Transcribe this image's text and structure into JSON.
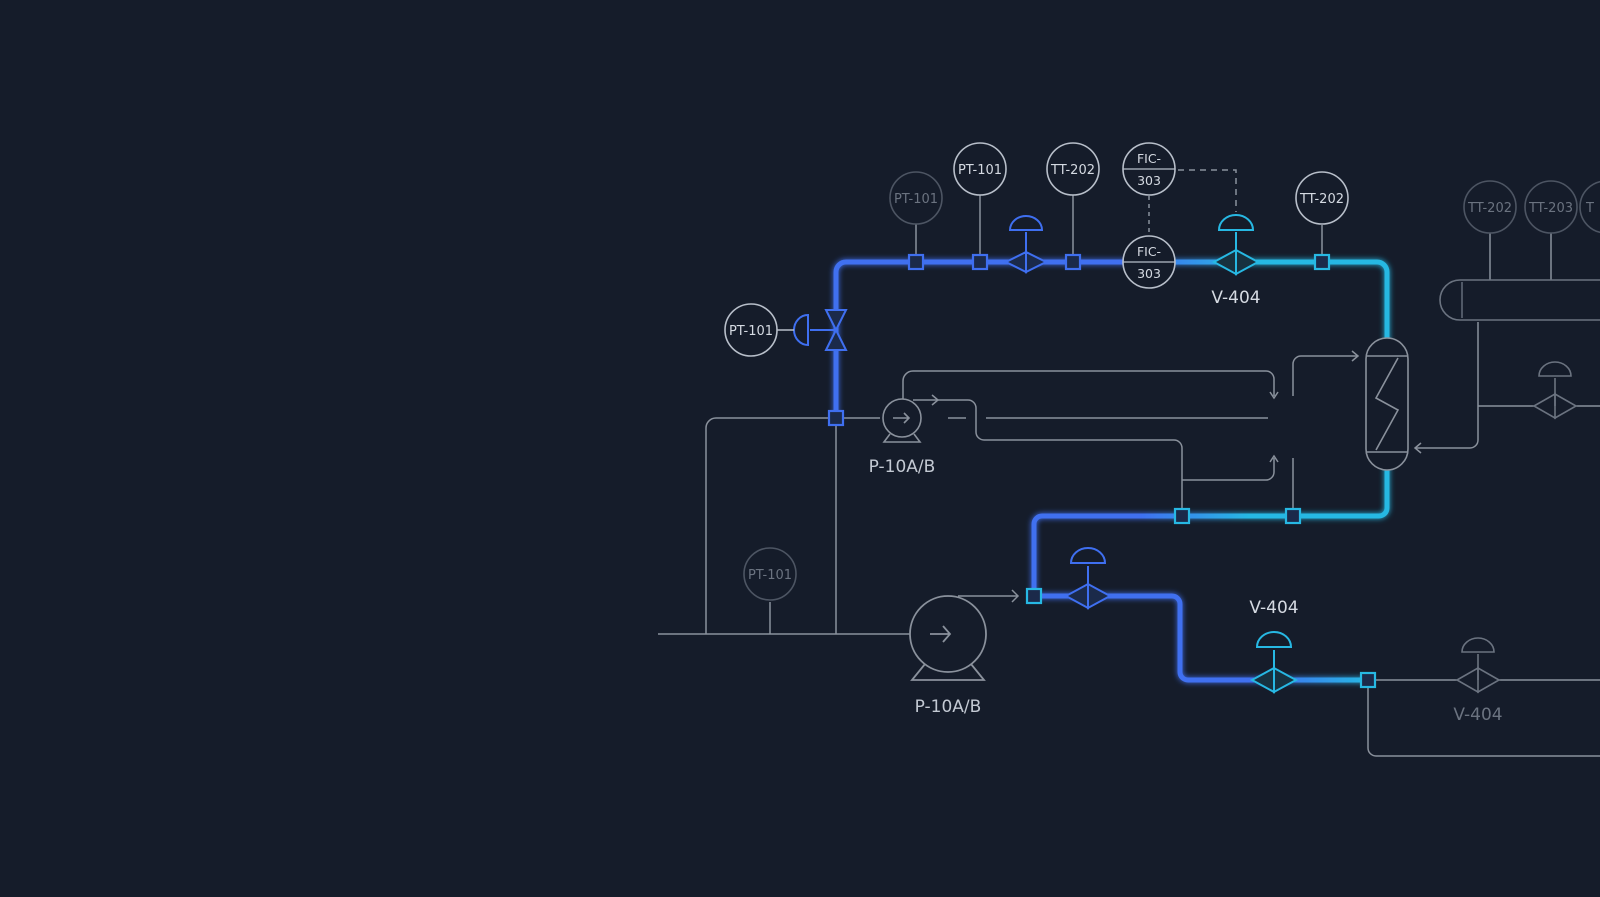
{
  "colors": {
    "background": "#151c2a",
    "line": "#8a919c",
    "line_dim": "#4d5563",
    "blue": "#3f6ff0",
    "cyan": "#27b8e3",
    "text": "#d5dae2",
    "text_dim": "#6b7380"
  },
  "instruments": {
    "pt101_dim_top": "PT-101",
    "pt101_top": "PT-101",
    "tt202_top": "TT-202",
    "fic303_top_a": "FIC-",
    "fic303_top_b": "303",
    "fic303_low_a": "FIC-",
    "fic303_low_b": "303",
    "tt202_right": "TT-202",
    "pt101_left": "PT-101",
    "pt101_lower": "PT-101",
    "tt202_far": "TT-202",
    "tt203_far": "TT-203",
    "t_far": "T"
  },
  "equipment": {
    "valve_top": "V-404",
    "pump_small": "P-10A/B",
    "pump_large": "P-10A/B",
    "valve_lower": "V-404",
    "valve_far": "V-404"
  }
}
